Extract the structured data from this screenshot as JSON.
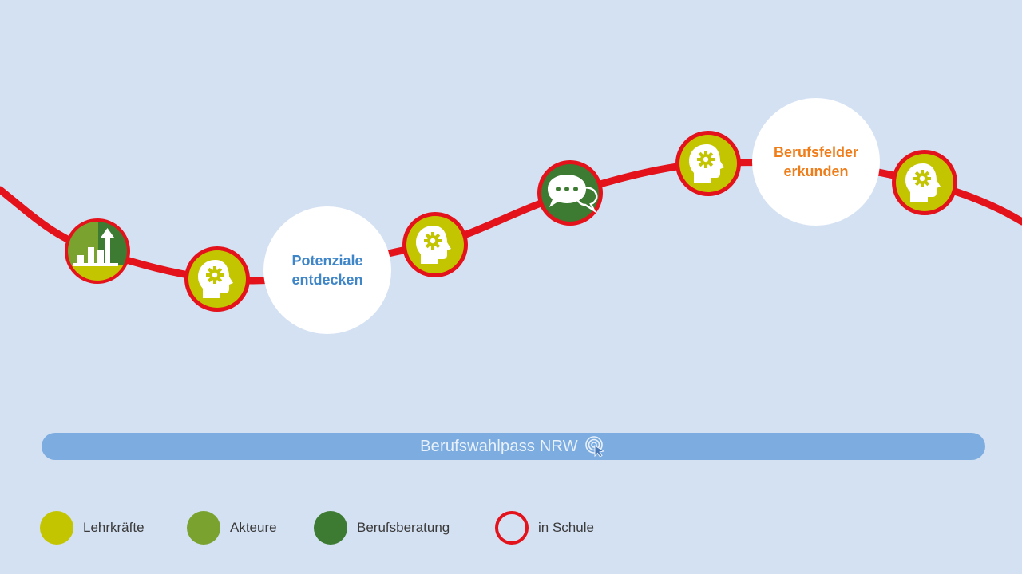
{
  "colors": {
    "background": "#d4e1f3",
    "path": "#e3121b",
    "lehrkraefte": "#c3c500",
    "akteure": "#7aa22e",
    "berufsberatung": "#3d7a32",
    "bar": "#7dade0",
    "bubble_blue_text": "#3f86c8",
    "bubble_orange_text": "#ef7d1a"
  },
  "bubbles": [
    {
      "lines": [
        "Potenziale",
        "entdecken"
      ]
    },
    {
      "lines": [
        "Berufsfelder",
        "erkunden"
      ]
    }
  ],
  "nodes": [
    {
      "icon": "chart-arrow-icon",
      "role": "mixed-lehrkraefte-akteure-berufsberatung"
    },
    {
      "icon": "head-gear-icon",
      "role": "lehrkraefte"
    },
    {
      "icon": "head-gear-icon",
      "role": "lehrkraefte"
    },
    {
      "icon": "chat-bubbles-icon",
      "role": "berufsberatung"
    },
    {
      "icon": "head-gear-icon",
      "role": "lehrkraefte"
    },
    {
      "icon": "head-gear-icon",
      "role": "lehrkraefte"
    }
  ],
  "bar": {
    "label": "Berufswahlpass NRW",
    "icon": "click-cursor-icon"
  },
  "legend": [
    {
      "label": "Lehrkräfte",
      "type": "filled",
      "color": "#c3c500"
    },
    {
      "label": "Akteure",
      "type": "filled",
      "color": "#7aa22e"
    },
    {
      "label": "Berufsberatung",
      "type": "filled",
      "color": "#3d7a32"
    },
    {
      "label": "in Schule",
      "type": "ring",
      "color": "#e3121b"
    }
  ]
}
